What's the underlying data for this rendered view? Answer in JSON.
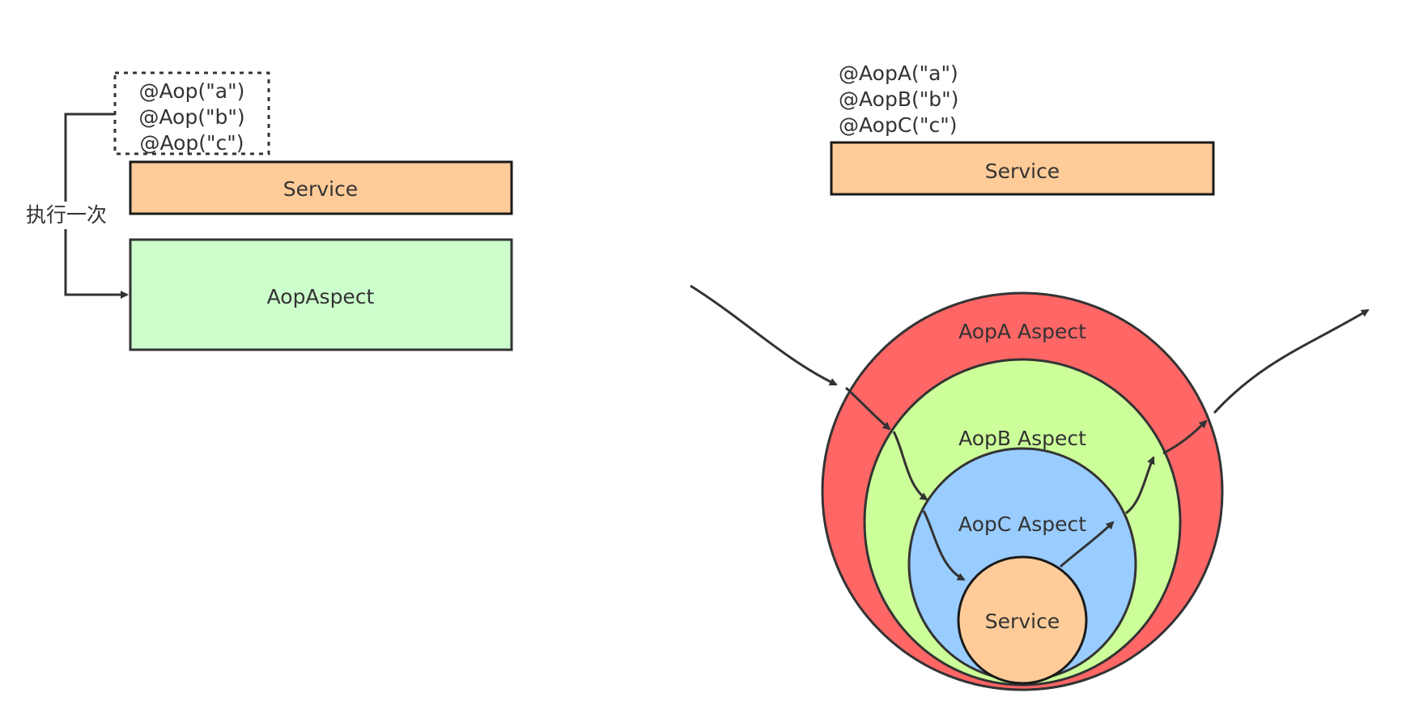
{
  "left": {
    "annotations": [
      "@Aop(\"a\")",
      "@Aop(\"b\")",
      "@Aop(\"c\")"
    ],
    "service_label": "Service",
    "aspect_label": "AopAspect",
    "edge_label": "执行一次"
  },
  "right": {
    "annotations": [
      "@AopA(\"a\")",
      "@AopB(\"b\")",
      "@AopC(\"c\")"
    ],
    "service_label": "Service",
    "layers": [
      {
        "label": "AopA Aspect",
        "color": "#ff6666"
      },
      {
        "label": "AopB Aspect",
        "color": "#ccff99"
      },
      {
        "label": "AopC Aspect",
        "color": "#99ccff"
      }
    ],
    "core_label": "Service",
    "core_color": "#ffcc99"
  },
  "colors": {
    "service_box": "#ffcc99",
    "aspect_box": "#ccffcc",
    "stroke": "#333333"
  }
}
